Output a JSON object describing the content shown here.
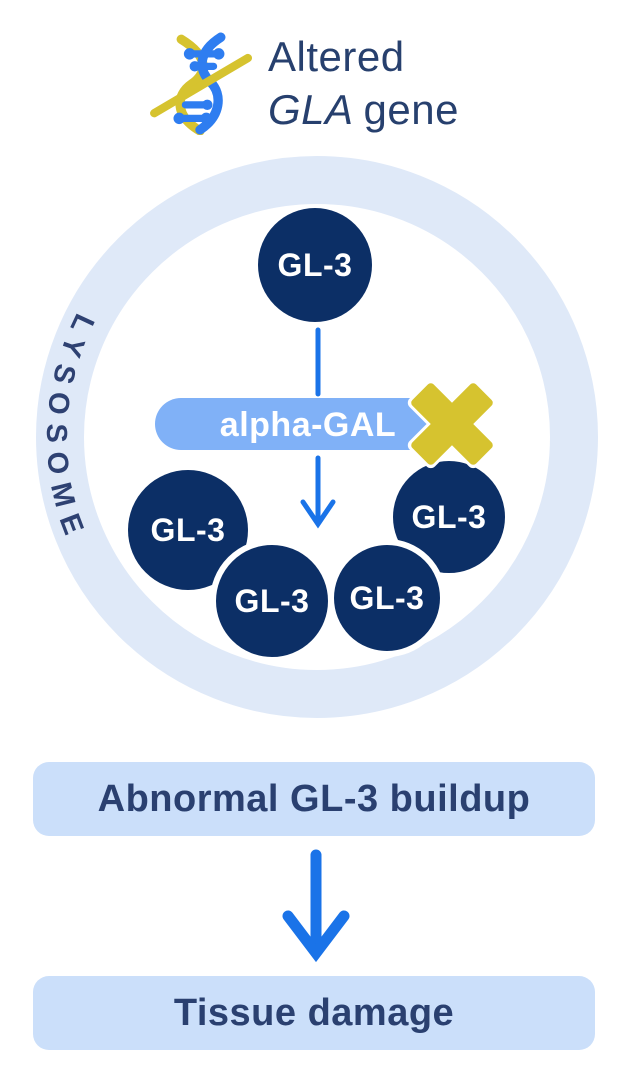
{
  "header": {
    "icon": "altered-dna-icon",
    "line1": "Altered",
    "gene_name": "GLA",
    "line2_suffix": "gene"
  },
  "lysosome": {
    "label": "LYSOSOME",
    "substrate_top": "GL-3",
    "enzyme_label": "alpha-GAL",
    "blocked_icon": "x-cross-icon",
    "substrates_accumulated": [
      "GL-3",
      "GL-3",
      "GL-3",
      "GL-3"
    ]
  },
  "flow": {
    "buildup_label": "Abnormal GL-3 buildup",
    "damage_label": "Tissue damage"
  },
  "colors": {
    "molecule_navy": "#0c2f66",
    "text_navy": "#27406e",
    "ring_light_blue": "#dfe9f8",
    "enzyme_pill_blue": "#80b1f7",
    "arrow_blue": "#1a73e8",
    "box_light_blue": "#cbdffa",
    "blocked_cross_yellow": "#d6c32f"
  }
}
